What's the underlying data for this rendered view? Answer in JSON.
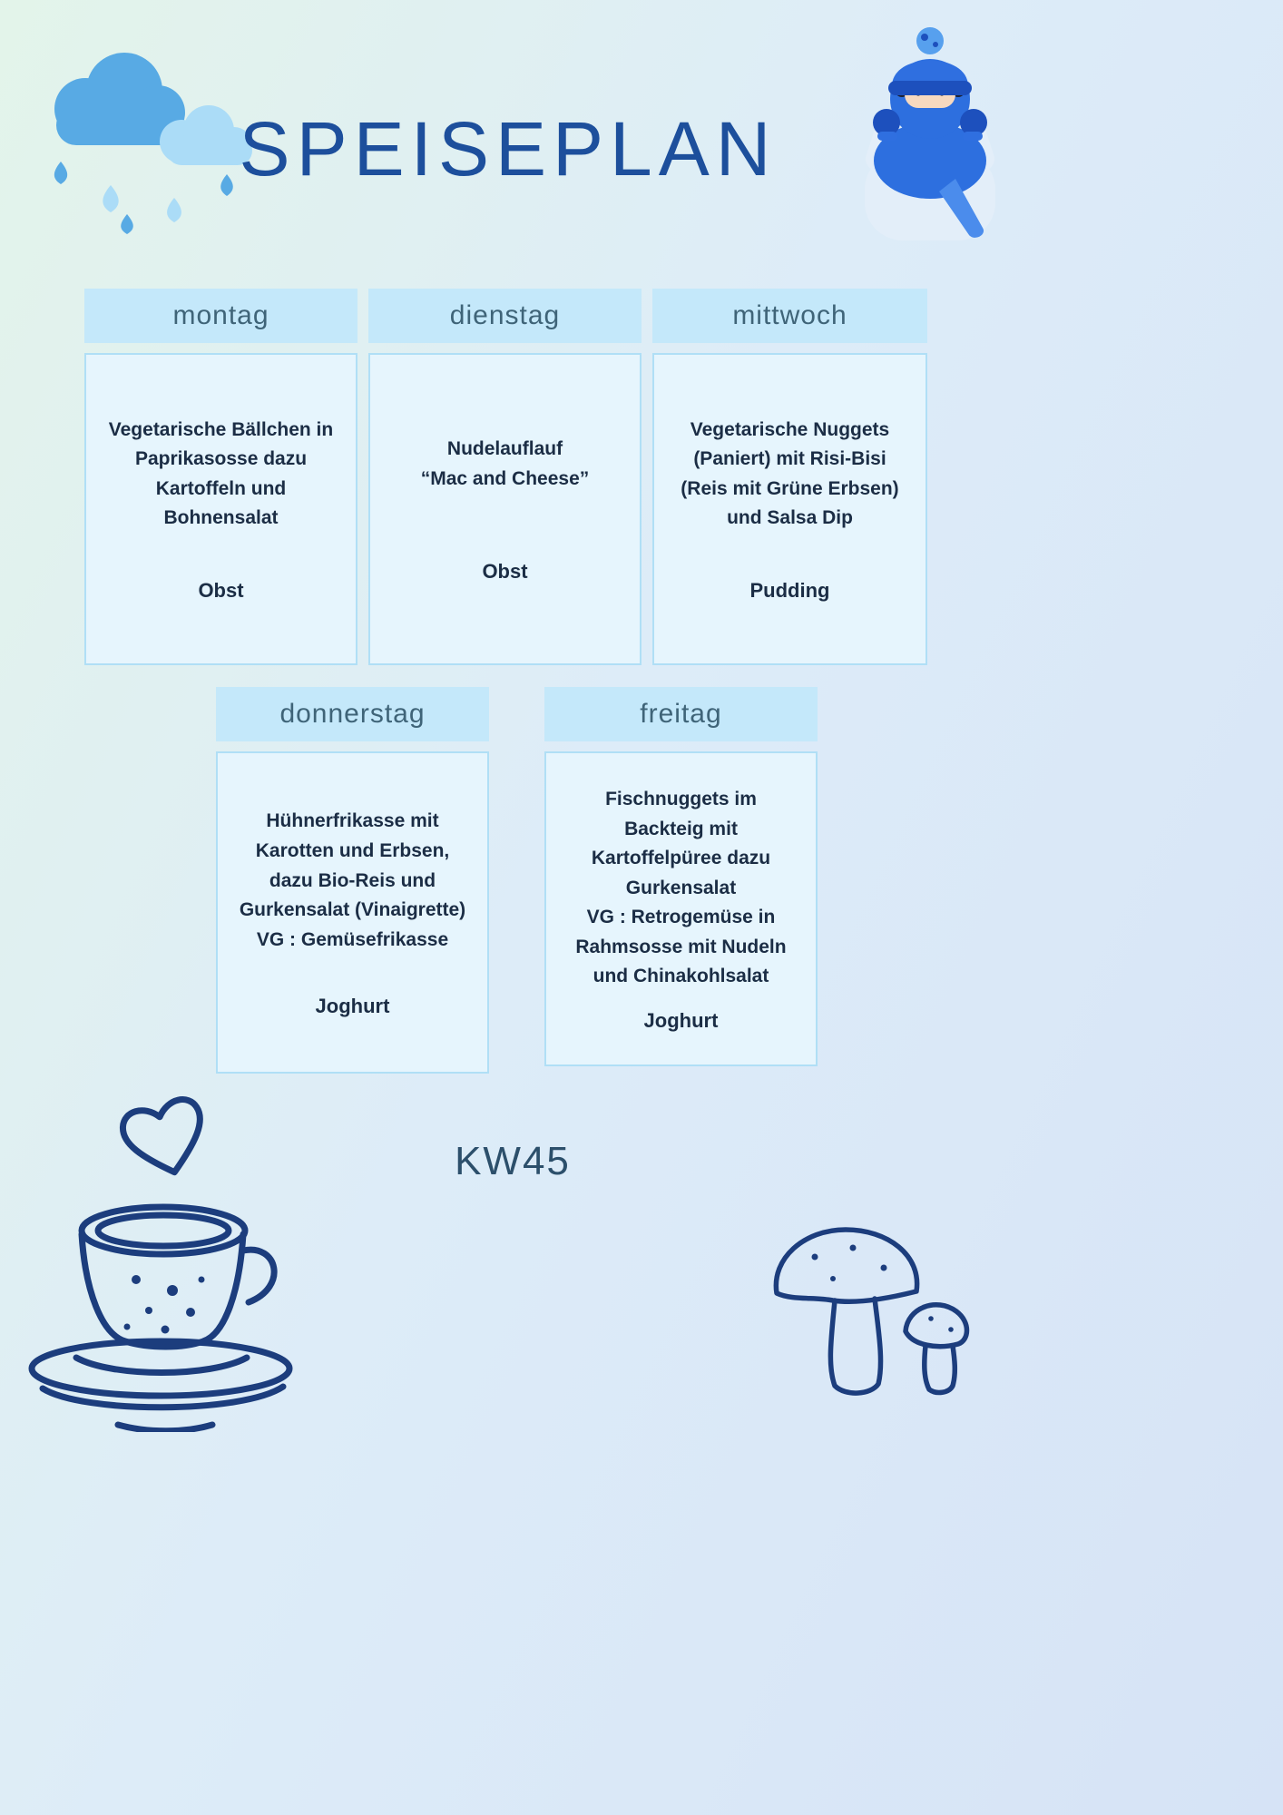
{
  "title": "SPEISEPLAN",
  "week_label": "KW45",
  "days": [
    {
      "label": "montag",
      "menu": "Vegetarische Bällchen in Paprikasosse dazu Kartoffeln und Bohnensalat",
      "dessert": "Obst"
    },
    {
      "label": "dienstag",
      "menu": "Nudelauflauf\n“Mac and Cheese”",
      "dessert": "Obst"
    },
    {
      "label": "mittwoch",
      "menu": "Vegetarische Nuggets (Paniert) mit Risi-Bisi (Reis mit Grüne Erbsen) und Salsa Dip",
      "dessert": "Pudding"
    },
    {
      "label": "donnerstag",
      "menu": "Hühnerfrikasse mit Karotten und Erbsen, dazu Bio-Reis und Gurkensalat (Vinaigrette)\nVG : Gemüsefrikasse",
      "dessert": "Joghurt"
    },
    {
      "label": "freitag",
      "menu": "Fischnuggets im Backteig mit Kartoffelpüree dazu Gurkensalat\nVG : Retrogemüse in Rahmsosse mit Nudeln und Chinakohlsalat",
      "dessert": "Joghurt"
    }
  ],
  "decorations": {
    "top_left": "rain-cloud",
    "top_right": "freezing-person-in-scarf",
    "bottom_left": "coffee-cup-with-heart",
    "bottom_right": "mushrooms"
  },
  "colors": {
    "title": "#1d4f9c",
    "day_band": "#c4e8fa",
    "box_fill": "#e6f5fd",
    "box_border": "#b0dff6",
    "day_label": "#3f6478",
    "body_text": "#1b2d45",
    "line_art": "#1c3d7d",
    "cloud_dark": "#58aae4",
    "cloud_light": "#abdcf7"
  }
}
